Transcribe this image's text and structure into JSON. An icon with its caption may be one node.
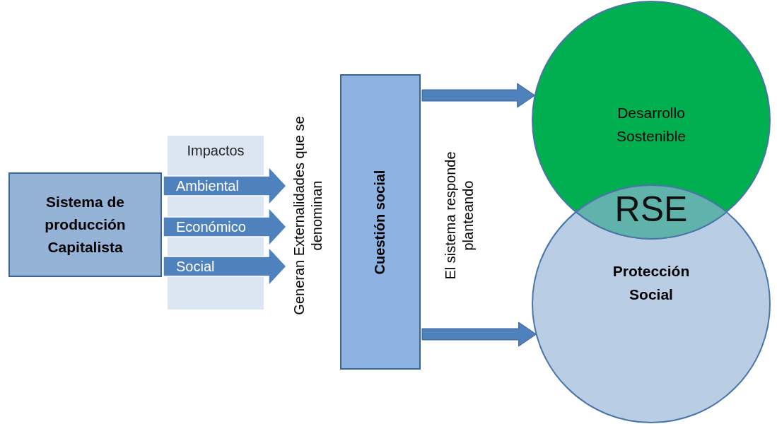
{
  "diagram": {
    "nodes": [
      {
        "text": [
          "Sistema de producción Capitalista"
        ]
      },
      {
        "text": [
          "Impactos"
        ]
      },
      {
        "text": [
          "Generan Externalidades que se denominan"
        ]
      },
      {
        "text": [
          "Cuestión social"
        ]
      },
      {
        "text": [
          "Desarrollo Sostenible"
        ]
      },
      {
        "text": [
          "RSE"
        ]
      },
      {
        "text": [
          "Protección Social"
        ]
      }
    ],
    "edges": [
      {
        "from": 0,
        "to": 2,
        "arrow": "to",
        "label": "Ambiental",
        "style": "thick"
      },
      {
        "from": 0,
        "to": 2,
        "arrow": "to",
        "label": "Económico",
        "style": "thick"
      },
      {
        "from": 0,
        "to": 2,
        "arrow": "to",
        "label": "Social",
        "style": "thick"
      },
      {
        "from": 3,
        "to": 4,
        "arrow": "to",
        "style": "thick"
      },
      {
        "from": 3,
        "to": 6,
        "arrow": "to",
        "style": "thick"
      }
    ],
    "labels": [
      "El sistema responde planteando"
    ]
  }
}
